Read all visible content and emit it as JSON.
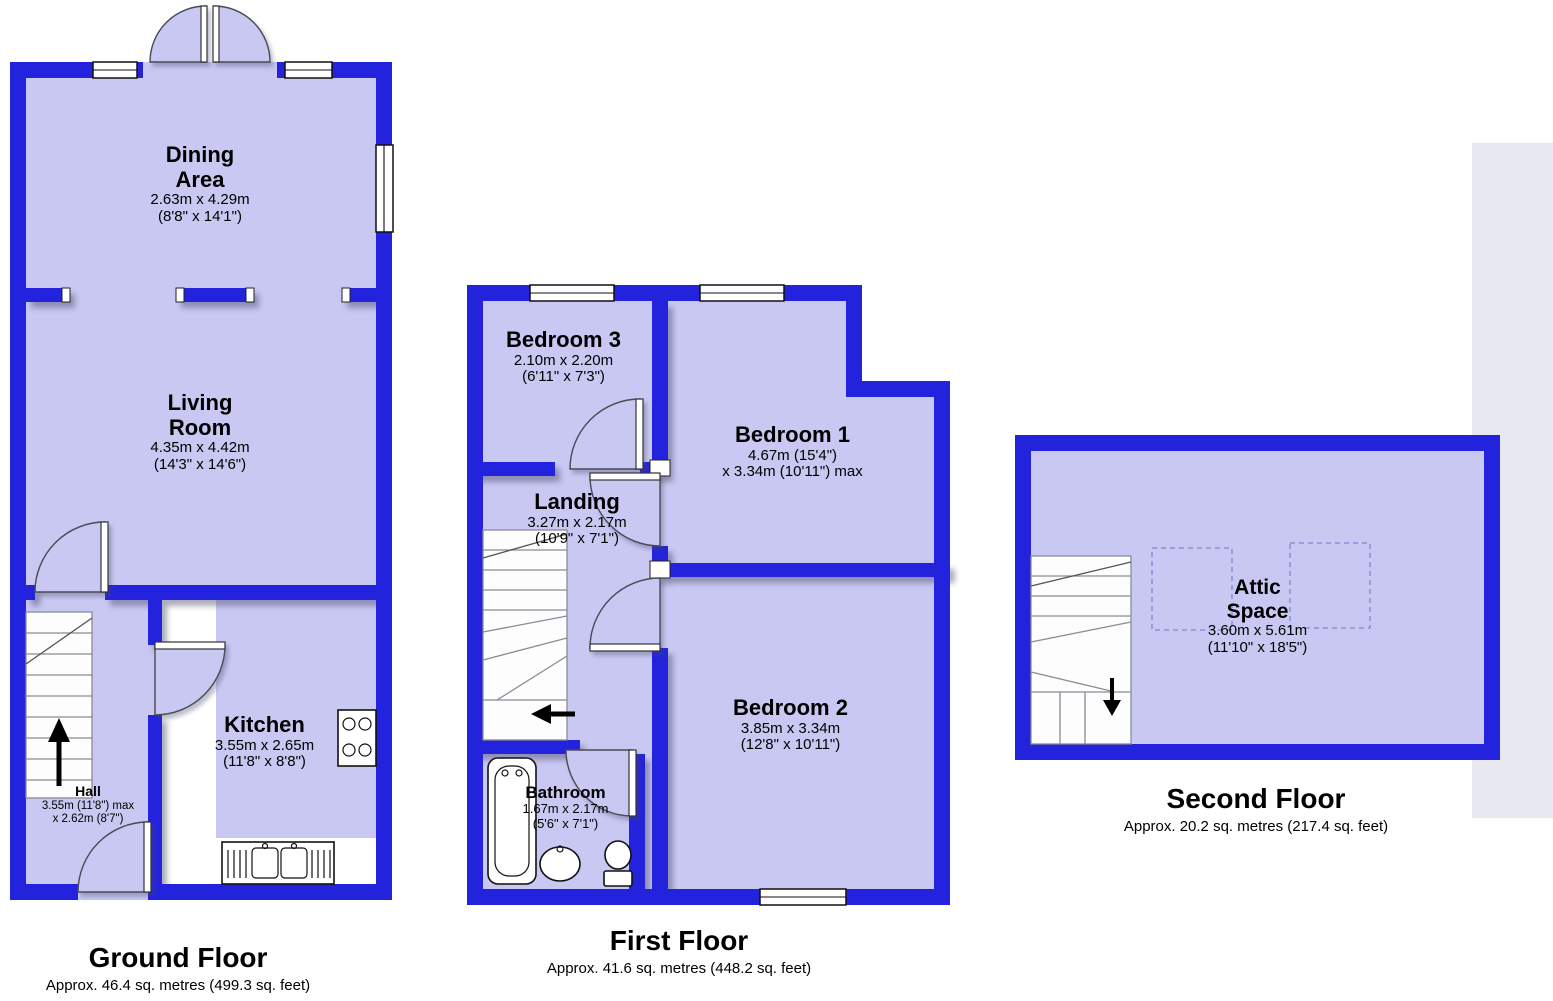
{
  "colors": {
    "wall": "#2323dd",
    "floor": "#c8c8f2",
    "panel": "#e8e8f0",
    "text": "#000000"
  },
  "floors": {
    "ground": {
      "title": "Ground Floor",
      "area": "Approx. 46.4 sq. metres (499.3 sq. feet)",
      "rooms": {
        "dining_area": {
          "name": "Dining\nArea",
          "metric": "2.63m x 4.29m",
          "imperial": "(8'8\" x 14'1\")"
        },
        "living_room": {
          "name": "Living\nRoom",
          "metric": "4.35m x 4.42m",
          "imperial": "(14'3\" x 14'6\")"
        },
        "kitchen": {
          "name": "Kitchen",
          "metric": "3.55m x 2.65m",
          "imperial": "(11'8\" x 8'8\")"
        },
        "hall": {
          "name": "Hall",
          "metric": "3.55m (11'8\") max",
          "imperial": "x 2.62m (8'7\")"
        }
      }
    },
    "first": {
      "title": "First Floor",
      "area": "Approx. 41.6 sq. metres (448.2 sq. feet)",
      "rooms": {
        "bedroom3": {
          "name": "Bedroom 3",
          "metric": "2.10m x 2.20m",
          "imperial": "(6'11\" x 7'3\")"
        },
        "bedroom1": {
          "name": "Bedroom 1",
          "metric": "4.67m (15'4\")",
          "imperial": "x 3.34m (10'11\") max"
        },
        "landing": {
          "name": "Landing",
          "metric": "3.27m x 2.17m",
          "imperial": "(10'9\" x 7'1\")"
        },
        "bedroom2": {
          "name": "Bedroom 2",
          "metric": "3.85m x 3.34m",
          "imperial": "(12'8\" x 10'11\")"
        },
        "bathroom": {
          "name": "Bathroom",
          "metric": "1.67m x 2.17m",
          "imperial": "(5'6\" x 7'1\")"
        }
      }
    },
    "second": {
      "title": "Second Floor",
      "area": "Approx. 20.2 sq. metres (217.4 sq. feet)",
      "rooms": {
        "attic": {
          "name": "Attic\nSpace",
          "metric": "3.60m x 5.61m",
          "imperial": "(11'10\" x 18'5\")"
        }
      }
    }
  }
}
